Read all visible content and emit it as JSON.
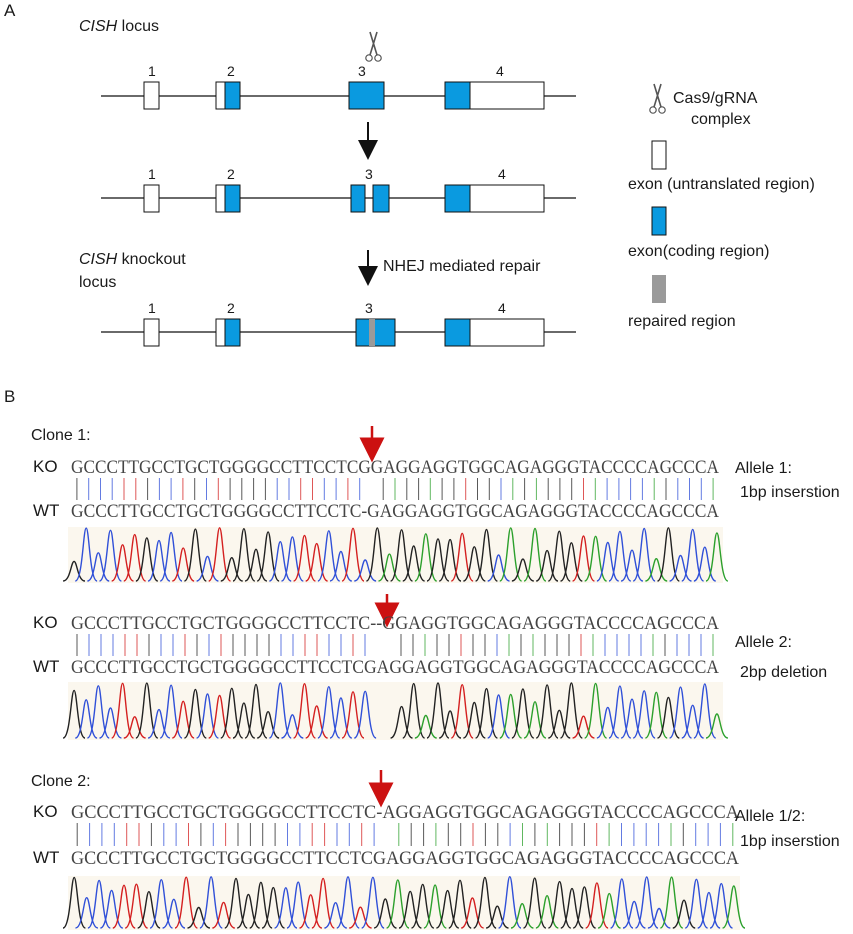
{
  "panels": {
    "a": "A",
    "b": "B"
  },
  "panel_a": {
    "locus_italic": "CISH",
    "locus_title": " locus",
    "ko_italic": "CISH",
    "ko_title_line1": " knockout",
    "ko_title_line2": "locus",
    "exon_numbers": [
      "1",
      "2",
      "3",
      "4"
    ],
    "nhej_label": "NHEJ mediated repair",
    "legend": {
      "cas9_line1": "Cas9/gRNA",
      "cas9_line2": "complex",
      "utr": "exon (untranslated region)",
      "coding": "exon(coding region)",
      "repaired": "repaired region"
    },
    "colors": {
      "coding": "#0a9ae0",
      "repaired": "#9a9a9a",
      "arrow": "#cc1111"
    }
  },
  "panel_b": {
    "clone1_title": "Clone 1:",
    "clone2_title": "Clone 2:",
    "ko_tag": "KO",
    "wt_tag": "WT",
    "blocks": [
      {
        "ko_seq": "GCCCTTGCCTGCTGGGGCCTTCCTCGGAGGAGGTGGCAGAGGGTACCCCAGCCCA",
        "wt_seq": "GCCCTTGCCTGCTGGGGCCTTCCTC-GAGGAGGTGGCAGAGGGTACCCCAGCCCA",
        "allele_line1": "Allele 1:",
        "allele_line2": "1bp inserstion"
      },
      {
        "ko_seq": "GCCCTTGCCTGCTGGGGCCTTCCTC--GGAGGTGGCAGAGGGTACCCCAGCCCA",
        "wt_seq": "GCCCTTGCCTGCTGGGGCCTTCCTCGAGGAGGTGGCAGAGGGTACCCCAGCCCA",
        "allele_line1": "Allele 2:",
        "allele_line2": "2bp deletion"
      },
      {
        "ko_seq": "GCCCTTGCCTGCTGGGGCCTTCCTC-AGGAGGTGGCAGAGGGTACCCCAGCCCA",
        "wt_seq": "GCCCTTGCCTGCTGGGGCCTTCCTCGAGGAGGTGGCAGAGGGTACCCCAGCCCA",
        "allele_line1": "Allele 1/2:",
        "allele_line2": "1bp inserstion"
      }
    ],
    "base_colors": {
      "A": "#2ca02c",
      "C": "#3050d8",
      "G": "#222222",
      "T": "#d42020"
    }
  }
}
